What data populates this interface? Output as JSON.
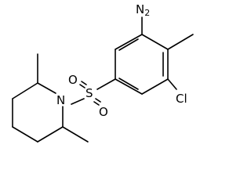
{
  "molecule": {
    "atoms": {
      "amine": {
        "element": "N",
        "hydrogens": "2"
      },
      "chloro": {
        "label": "Cl"
      },
      "sulfur": {
        "label": "S"
      },
      "oxygen_top": {
        "label": "O"
      },
      "oxygen_bottom": {
        "label": "O"
      },
      "ring_nitrogen": {
        "label": "N"
      }
    },
    "colors": {
      "bond": "#000000",
      "label": "#000000",
      "background": "#ffffff"
    }
  }
}
